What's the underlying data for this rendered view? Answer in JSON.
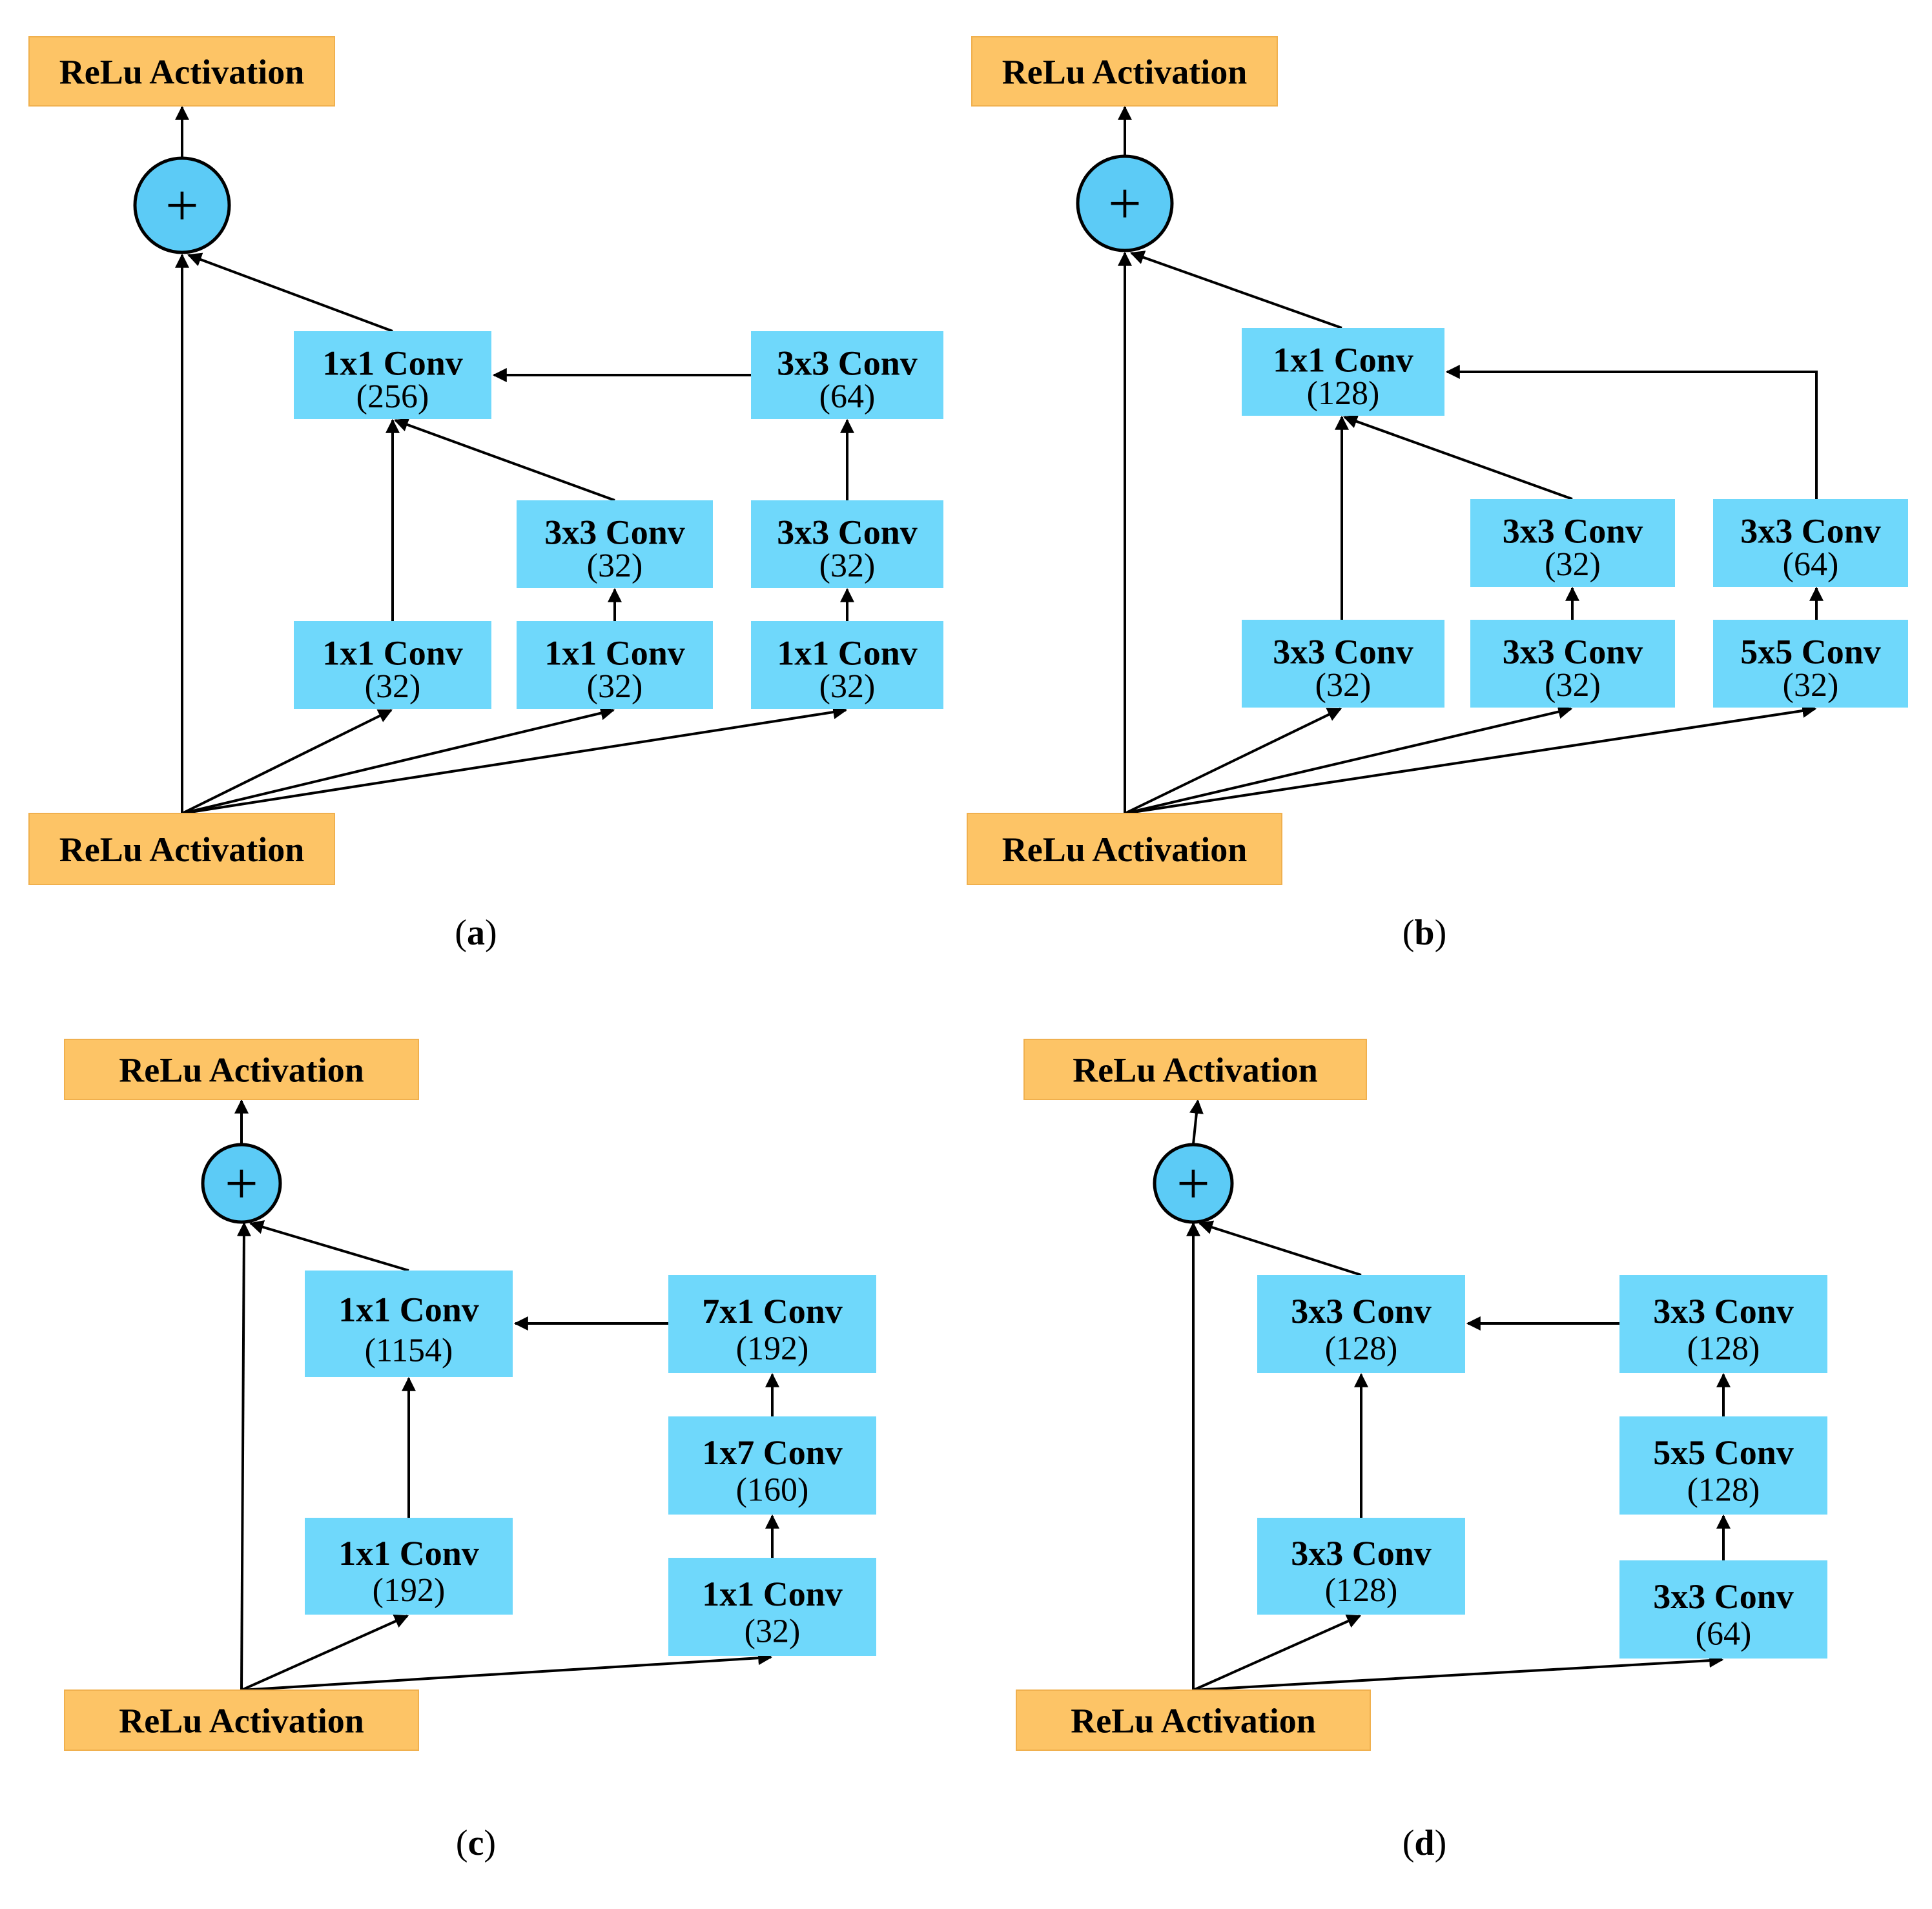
{
  "colors": {
    "conv_fill": "#6fd8fb",
    "activation_fill": "#fdc466",
    "activation_stroke": "#f0b04e",
    "add_fill": "#5ccbf6",
    "line": "#000000"
  },
  "add_symbol": "+",
  "panels": [
    {
      "label_open": "(",
      "label_letter": "a",
      "label_close": ")",
      "top_activation": "ReLu Activation",
      "bottom_activation": "ReLu Activation",
      "nodes": [
        {
          "title": "1x1 Conv",
          "sub": "(256)"
        },
        {
          "title": "3x3 Conv",
          "sub": "(64)"
        },
        {
          "title": "3x3 Conv",
          "sub": "(32)"
        },
        {
          "title": "3x3 Conv",
          "sub": "(32)"
        },
        {
          "title": "1x1 Conv",
          "sub": "(32)"
        },
        {
          "title": "1x1 Conv",
          "sub": "(32)"
        },
        {
          "title": "1x1 Conv",
          "sub": "(32)"
        }
      ]
    },
    {
      "label_open": "(",
      "label_letter": "b",
      "label_close": ")",
      "top_activation": "ReLu Activation",
      "bottom_activation": "ReLu Activation",
      "nodes": [
        {
          "title": "1x1 Conv",
          "sub": "(128)"
        },
        {
          "title": "3x3 Conv",
          "sub": "(32)"
        },
        {
          "title": "3x3 Conv",
          "sub": "(64)"
        },
        {
          "title": "3x3 Conv",
          "sub": "(32)"
        },
        {
          "title": "3x3 Conv",
          "sub": "(32)"
        },
        {
          "title": "5x5 Conv",
          "sub": "(32)"
        }
      ]
    },
    {
      "label_open": "(",
      "label_letter": "c",
      "label_close": ")",
      "top_activation": "ReLu Activation",
      "bottom_activation": "ReLu Activation",
      "nodes": [
        {
          "title": "1x1 Conv",
          "sub": "(1154)"
        },
        {
          "title": "7x1 Conv",
          "sub": "(192)"
        },
        {
          "title": "1x7 Conv",
          "sub": "(160)"
        },
        {
          "title": "1x1 Conv",
          "sub": "(192)"
        },
        {
          "title": "1x1 Conv",
          "sub": "(32)"
        }
      ]
    },
    {
      "label_open": "(",
      "label_letter": "d",
      "label_close": ")",
      "top_activation": "ReLu Activation",
      "bottom_activation": "ReLu Activation",
      "nodes": [
        {
          "title": "3x3 Conv",
          "sub": "(128)"
        },
        {
          "title": "3x3 Conv",
          "sub": "(128)"
        },
        {
          "title": "5x5 Conv",
          "sub": "(128)"
        },
        {
          "title": "3x3 Conv",
          "sub": "(128)"
        },
        {
          "title": "3x3 Conv",
          "sub": "(64)"
        }
      ]
    }
  ]
}
